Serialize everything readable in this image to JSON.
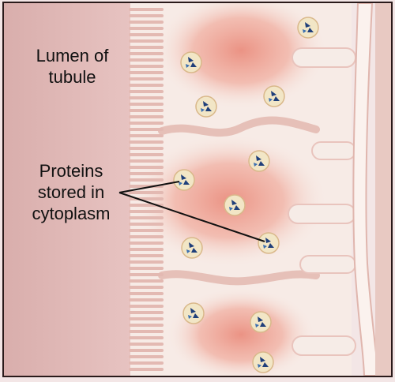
{
  "labels": {
    "lumen": [
      "Lumen of",
      "tubule"
    ],
    "proteins": [
      "Proteins",
      "stored in",
      "cytoplasm"
    ]
  },
  "colors": {
    "lumen": "#dfb7b5",
    "cytoplasm": "#f7ebe6",
    "protein_stain": "#ea8e7f",
    "membrane": "#e9c4bd",
    "basement": "#f6ece7",
    "outer": "#e8c9c2",
    "leader": "#111111",
    "granule_core": "#1f3f7a"
  },
  "icons": {
    "protein_granule": "protein-granule-icon"
  }
}
